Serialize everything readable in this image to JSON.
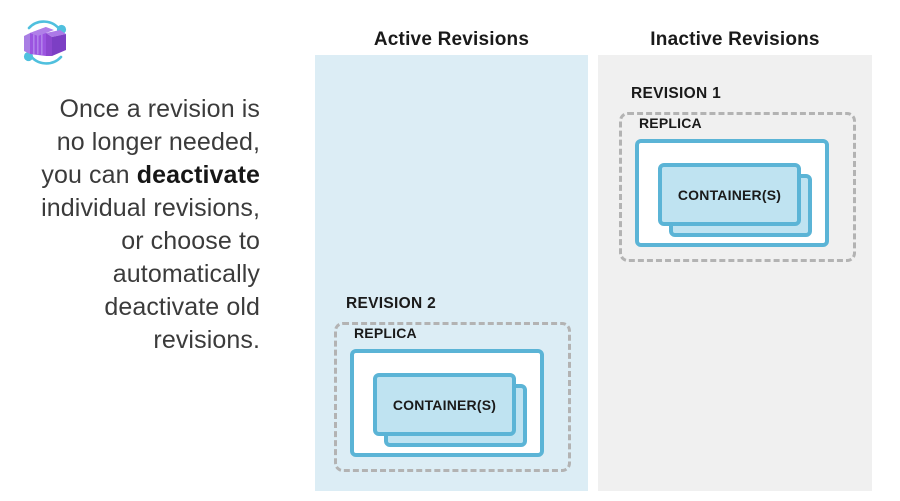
{
  "logo": {
    "name": "azure-container-apps-logo",
    "box_color": "#9b54e0",
    "box_light": "#b07fe8",
    "box_dark": "#7c3fc4",
    "arc_color": "#50c0de",
    "dot_color": "#50c0de"
  },
  "intro": {
    "line1": "Once a revision is",
    "line2": "no longer needed,",
    "line3_pre": "you can ",
    "line3_strong": "deactivate",
    "line4": "individual revisions,",
    "line5": "or choose to",
    "line6": "automatically",
    "line7": "deactivate old",
    "line8": "revisions."
  },
  "columns": {
    "active": {
      "heading": "Active Revisions",
      "background": "#dcedf5"
    },
    "inactive": {
      "heading": "Inactive Revisions",
      "background": "#f0f0f0"
    }
  },
  "revisions": [
    {
      "id": "revision-1",
      "title": "REVISION 1",
      "column": "inactive",
      "replica_label": "REPLICA",
      "container_label": "CONTAINER(S)",
      "container_count": 2
    },
    {
      "id": "revision-2",
      "title": "REVISION 2",
      "column": "active",
      "replica_label": "REPLICA",
      "container_label": "CONTAINER(S)",
      "container_count": 2
    }
  ],
  "colors": {
    "accent_blue": "#5bb4d6",
    "container_fill": "#bfe3f1",
    "dashed_border": "#b3b3b3",
    "text_dark": "#1a1a1a",
    "text_body": "#3b3b3b"
  }
}
